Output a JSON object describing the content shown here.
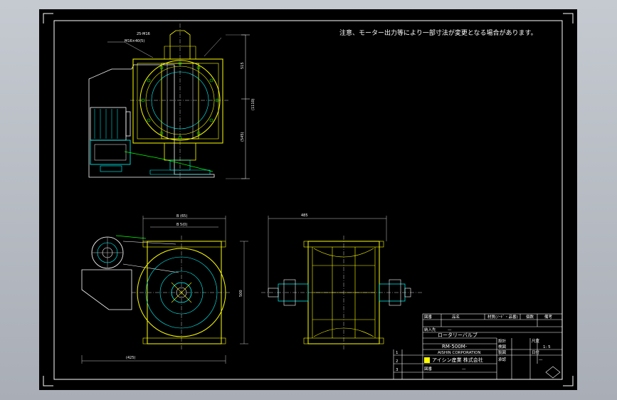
{
  "window": {
    "title": "",
    "background": "#000000",
    "frame_color": "#ffffff"
  },
  "drawing": {
    "note": "注意、モーター出力等により一部寸法が変更となる場合があります。",
    "colors": {
      "yellow": "#ffff00",
      "cyan": "#00ffff",
      "white": "#ffffff",
      "green": "#00ff00"
    },
    "top_view": {
      "callout_1": "25-M16",
      "callout_2": "M16×40(5)",
      "dim_top": "515",
      "dim_total": "(1110)",
      "dim_bottom": "(545)"
    },
    "front_view": {
      "dim_outer": "B (65)",
      "dim_inner": "B 5(0)",
      "dim_height": "500",
      "dim_base": "(425)"
    },
    "side_view": {
      "dim_top": "485"
    }
  },
  "title_block": {
    "header": [
      "図番",
      "品名",
      "材質(ﾉｰﾄﾞ・品番)",
      "個数",
      "備考"
    ],
    "customer_label": "納入先",
    "customer_value": "—",
    "product_name": "ロータリーバルブ",
    "model": "RM-500M-",
    "company_en": "AISHIN CORPORATION",
    "company": "アイシン産業 株式会社",
    "drawing_label": "図番",
    "drawing_value": "—",
    "field_design": "設計",
    "field_check": "検図",
    "field_draw": "製図",
    "field_approve": "承認",
    "scale_label": "尺度",
    "scale_value": "1: 5",
    "date_label": "日付",
    "date_value": "—",
    "rev_marks": [
      "1",
      "2",
      "3"
    ]
  }
}
